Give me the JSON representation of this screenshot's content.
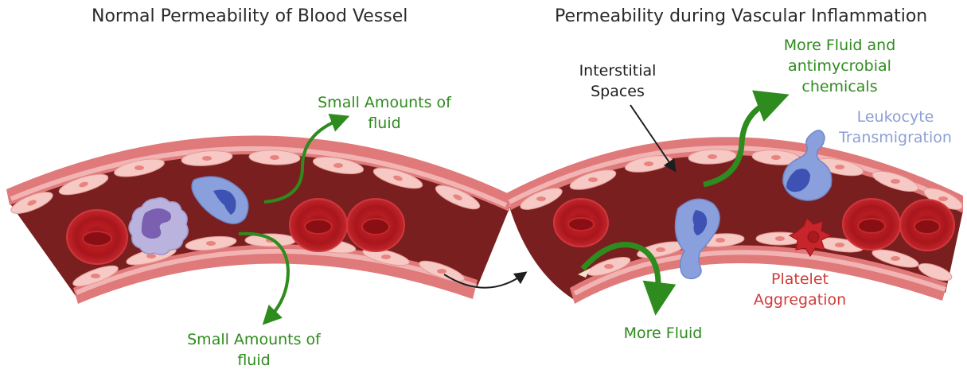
{
  "titles": {
    "left": "Normal Permeability of Blood Vessel",
    "right": "Permeability during Vascular Inflammation"
  },
  "left_panel": {
    "top_label": [
      "Small Amounts of",
      "fluid"
    ],
    "bottom_label": [
      "Small Amounts of",
      "fluid"
    ]
  },
  "right_panel": {
    "interstitial": [
      "Interstitial",
      "Spaces"
    ],
    "more_fluid_top": [
      "More Fluid and",
      "antimycrobial",
      "chemicals"
    ],
    "leukocyte": [
      "Leukocyte",
      "Transmigration"
    ],
    "platelet": [
      "Platelet",
      "Aggregation"
    ],
    "more_fluid_bottom": "More Fluid"
  },
  "colors": {
    "green": "#2e8b1e",
    "blue": "#8c9fd6",
    "red": "#d13b3b",
    "wall": "#e07a7a",
    "lumen": "#7a1f1f"
  }
}
